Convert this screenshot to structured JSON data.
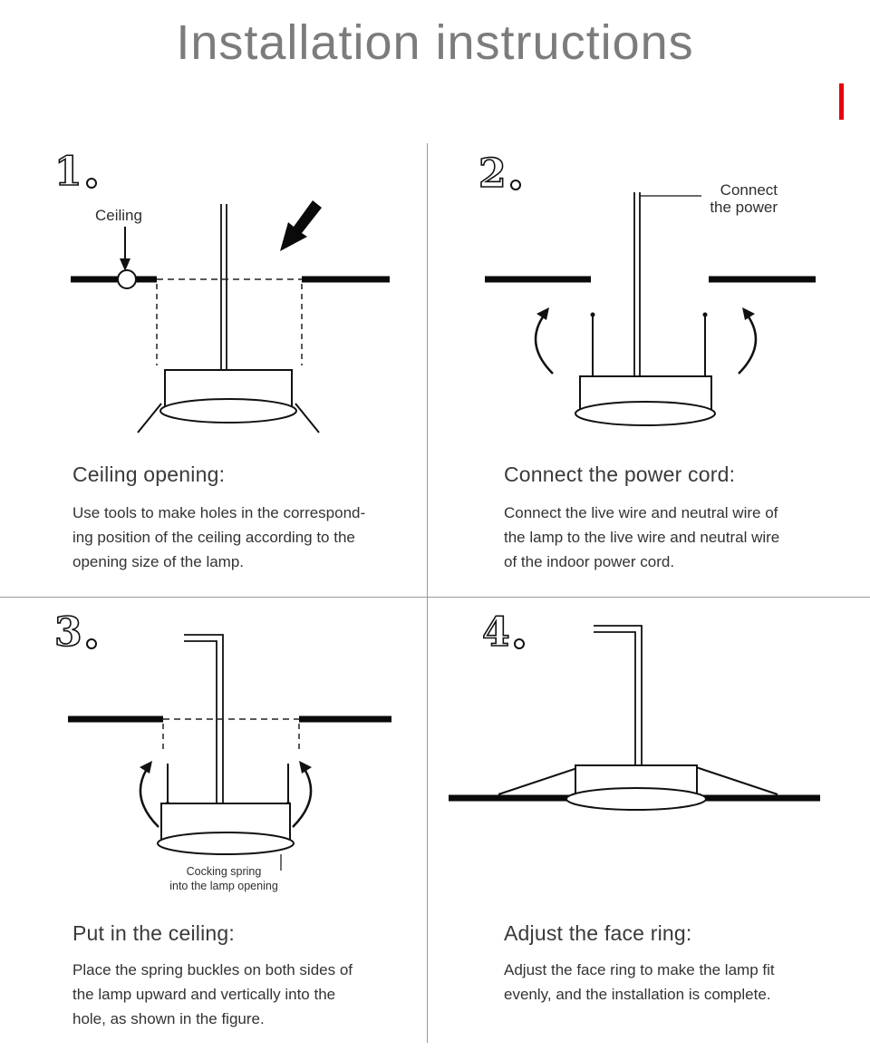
{
  "title": "Installation instructions",
  "accent": {
    "red": "#e60012"
  },
  "panels": [
    {
      "number": "1",
      "heading": "Ceiling opening:",
      "body": "Use tools to make holes in the correspond-\ning position of the ceiling according to the\nopening size of the lamp.",
      "diagram_label": "Ceiling"
    },
    {
      "number": "2",
      "heading": "Connect the power cord:",
      "body": "Connect the live wire and neutral wire of\nthe lamp to the live wire and neutral wire\nof the indoor power cord.",
      "diagram_label": "Connect\nthe power"
    },
    {
      "number": "3",
      "heading": "Put in the ceiling:",
      "body": "Place the spring buckles on both sides of\nthe lamp upward and vertically into the\nhole, as shown in the figure.",
      "diagram_label": "Cocking spring\ninto the lamp opening"
    },
    {
      "number": "4",
      "heading": "Adjust the face ring:",
      "body": "Adjust the face ring to make the lamp fit\nevenly, and the installation is complete.",
      "diagram_label": ""
    }
  ]
}
